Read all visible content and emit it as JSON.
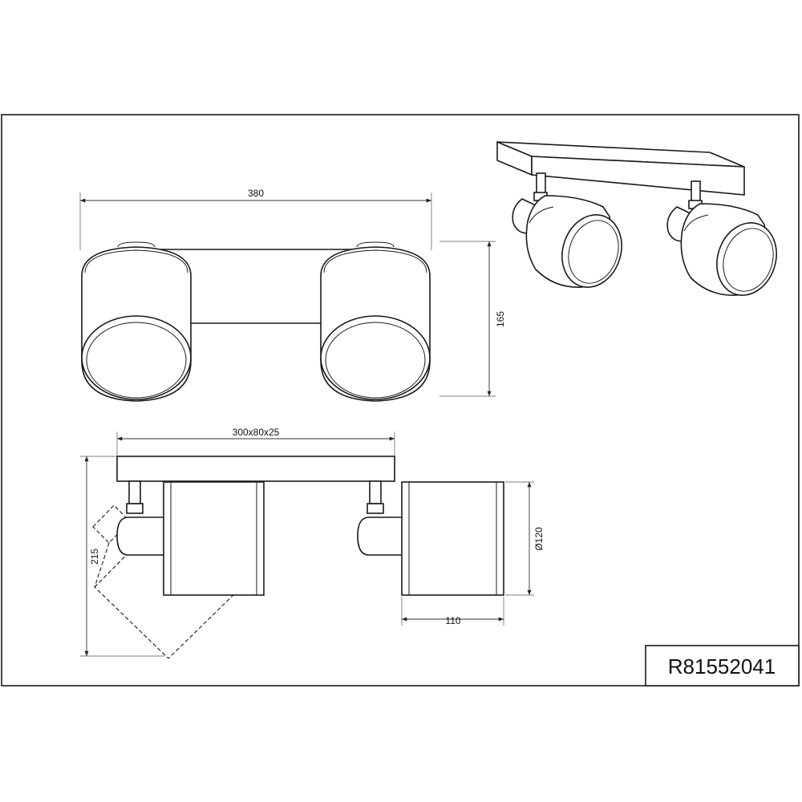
{
  "dimensions": {
    "overall_width": "380",
    "height_front": "165",
    "base_plate": "300x80x25",
    "height_side": "215",
    "depth": "110",
    "diameter": "Ø120"
  },
  "title_block": {
    "product_code": "R81552041"
  }
}
